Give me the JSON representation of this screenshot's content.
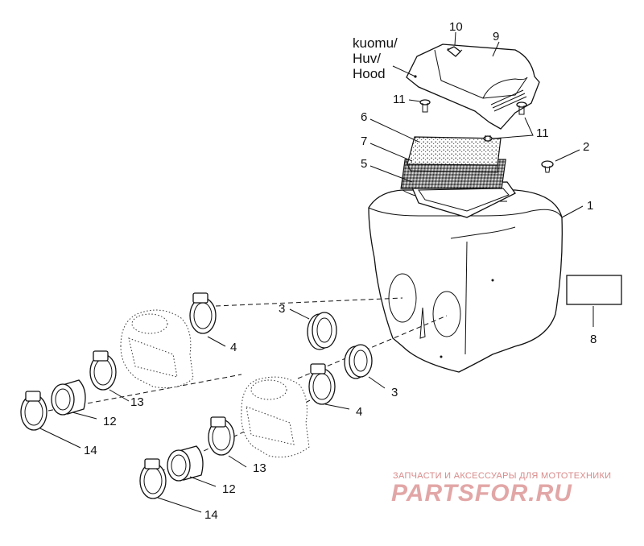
{
  "hood_label": [
    "kuomu/",
    "Huv/",
    "Hood"
  ],
  "callouts": {
    "airbox": "1",
    "screw": "2",
    "grommet_upper": "3",
    "grommet_lower": "3",
    "clamp_upper": "4",
    "clamp_lower": "4",
    "filter_frame": "5",
    "pre_filter": "6",
    "filter": "7",
    "decal": "8",
    "hood": "9",
    "fastener": "10",
    "bolt_left": "11",
    "bolt_right": "11",
    "boot_upper": "12",
    "boot_lower": "12",
    "clamp_small_upper": "13",
    "clamp_small_lower": "13",
    "clamp_end_upper": "14",
    "clamp_end_lower": "14"
  },
  "watermark": {
    "tagline": "ЗАПЧАСТИ И АКСЕССУАРЫ ДЛЯ МОТОТЕХНИКИ",
    "brand": "PARTSFOR.RU"
  }
}
